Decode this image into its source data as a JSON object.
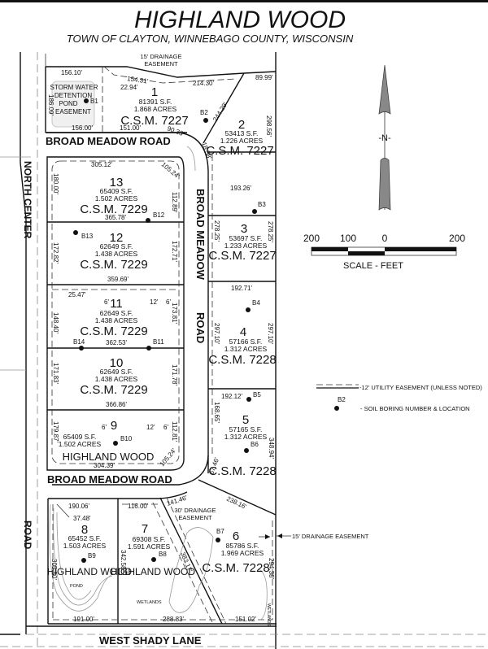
{
  "title": {
    "main": "HIGHLAND WOOD",
    "sub": "TOWN OF CLAYTON, WINNEBAGO COUNTY, WISCONSIN"
  },
  "roads": {
    "broad_meadow_top": "BROAD MEADOW ROAD",
    "broad_meadow_bottom": "BROAD MEADOW ROAD",
    "broad_meadow_vertical_1": "BROAD MEADOW",
    "broad_meadow_vertical_2": "ROAD",
    "north_center_1": "NORTH CENTER",
    "north_center_2": "ROAD",
    "west_shady": "WEST SHADY LANE"
  },
  "easements": {
    "drainage_top": [
      "15' DRAINAGE",
      "EASEMENT"
    ],
    "drainage_30": [
      "30' DRAINAGE",
      "EASEMENT"
    ],
    "drainage_right": "15' DRAINAGE EASEMENT",
    "storm_water": [
      "STORM WATER",
      "DETENTION",
      "POND",
      "EASEMENT"
    ],
    "pond": "POND",
    "wetlands": "WETLANDS",
    "wetlands_side": "WETLANDS"
  },
  "lots": [
    {
      "num": "1",
      "sf": "81391 S.F.",
      "acres": "1.868 ACRES",
      "plat": "C.S.M. 7227"
    },
    {
      "num": "2",
      "sf": "53413 S.F.",
      "acres": "1.226 ACRES",
      "plat": "C.S.M. 7227"
    },
    {
      "num": "3",
      "sf": "53697 S.F.",
      "acres": "1.233 ACRES",
      "plat": "C.S.M. 7227"
    },
    {
      "num": "4",
      "sf": "57166 S.F.",
      "acres": "1.312 ACRES",
      "plat": "C.S.M. 7228"
    },
    {
      "num": "5",
      "sf": "57165 S.F.",
      "acres": "1.312 ACRES",
      "plat": "C.S.M. 7228"
    },
    {
      "num": "6",
      "sf": "85786 S.F.",
      "acres": "1.969 ACRES",
      "plat": "C.S.M. 7228"
    },
    {
      "num": "7",
      "sf": "69308 S.F.",
      "acres": "1.591 ACRES",
      "plat": "HIGHLAND WOOD"
    },
    {
      "num": "8",
      "sf": "65452 S.F.",
      "acres": "1.503 ACRES",
      "plat": "HIGHLAND WOOD"
    },
    {
      "num": "9",
      "sf": "65409 S.F.",
      "acres": "1.502 ACRES",
      "plat": "HIGHLAND WOOD"
    },
    {
      "num": "10",
      "sf": "62649 S.F.",
      "acres": "1.438 ACRES",
      "plat": "C.S.M. 7229"
    },
    {
      "num": "11",
      "sf": "62649 S.F.",
      "acres": "1.438 ACRES",
      "plat": "C.S.M. 7229"
    },
    {
      "num": "12",
      "sf": "62649 S.F.",
      "acres": "1.438 ACRES",
      "plat": "C.S.M. 7229"
    },
    {
      "num": "13",
      "sf": "65409 S.F.",
      "acres": "1.502 ACRES",
      "plat": "C.S.M. 7229"
    }
  ],
  "dimensions": {
    "d156_10": "156.10'",
    "d154_31": "154.31'",
    "d22_94": "22.94'",
    "d214_30": "214.30'",
    "d89_99": "89.99'",
    "d186_09": "186.09'",
    "d156_00": "156.00'",
    "d151_00": "151.00'",
    "d90_33": "90.33'",
    "d244_29": "244.29'",
    "d298_56": "298.56'",
    "d18_58": "18.58'",
    "d305_12": "305.12'",
    "d105_24a": "105.24'",
    "d180_00": "180.00'",
    "d112_89": "112.89'",
    "d365_78": "365.78'",
    "d172_82": "172.82'",
    "d172_71": "172.71'",
    "d359_69": "359.69'",
    "d193_26": "193.26'",
    "d278_25a": "278.25'",
    "d278_25b": "278.25'",
    "d25_47": "25.47'",
    "d148_40": "148.40'",
    "d173_81": "173.81'",
    "d362_53": "362.53'",
    "d171_83": "171.83'",
    "d171_78": "171.78'",
    "d366_86": "366.86'",
    "d192_71": "192.71'",
    "d297_10a": "297.10'",
    "d297_10b": "297.10'",
    "d192_12": "192.12'",
    "d168_65": "168.65'",
    "d348_94": "348.94'",
    "d67_46": "67.46'",
    "d179_87": "179.87'",
    "d112_81": "112.81'",
    "d304_39": "304.39'",
    "d105_24b": "105.24'",
    "d141_46": "141.46'",
    "d238_16": "238.16'",
    "d190_06": "190.06'",
    "d37_48": "37.48'",
    "d116_00": "116.00'",
    "d305_50": "305.50'",
    "d342_58": "342.58'",
    "d383_17": "383.17'",
    "d294_38": "294.38'",
    "d191_00": "191.00'",
    "d288_83": "288.83'",
    "d151_02": "151.02'",
    "six": "6'",
    "twelve": "12'"
  },
  "borings": [
    "B1",
    "B2",
    "B3",
    "B4",
    "B5",
    "B6",
    "B7",
    "B8",
    "B9",
    "B10",
    "B11",
    "B12",
    "B13",
    "B14"
  ],
  "north_arrow": {
    "label": "-N-"
  },
  "scale": {
    "ticks": [
      "200",
      "100",
      "0",
      "200"
    ],
    "label": "SCALE - FEET"
  },
  "legend": {
    "utility": "-12' UTILITY EASEMENT (UNLESS NOTED)",
    "boring_sample": "B2",
    "boring": "- SOIL BORING NUMBER & LOCATION"
  }
}
